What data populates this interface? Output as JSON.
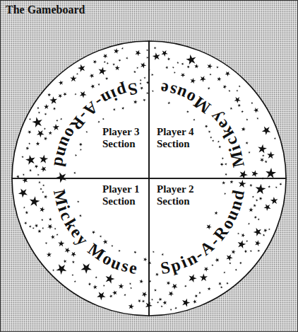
{
  "diagram": {
    "title": "The Gameboard",
    "nodes": [
      {
        "text": [
          "Player 3 Section",
          "Spin-A-Round"
        ]
      },
      {
        "text": [
          "Player 4 Section",
          "Mickey Mouse"
        ]
      },
      {
        "text": [
          "Player 1 Section",
          "Mickey Mouse"
        ]
      },
      {
        "text": [
          "Player 2 Section",
          "Spin-A-Round"
        ]
      }
    ]
  }
}
